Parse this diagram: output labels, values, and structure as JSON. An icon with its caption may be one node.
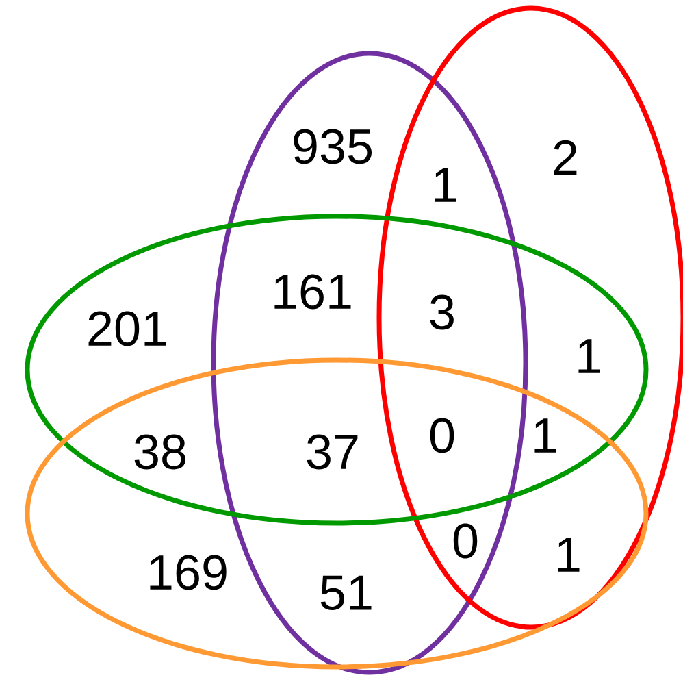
{
  "diagram": {
    "labels": [
      "935",
      "2",
      "1",
      "161",
      "3",
      "201",
      "1",
      "38",
      "37",
      "0",
      "1",
      "0",
      "1",
      "169",
      "51"
    ]
  }
}
